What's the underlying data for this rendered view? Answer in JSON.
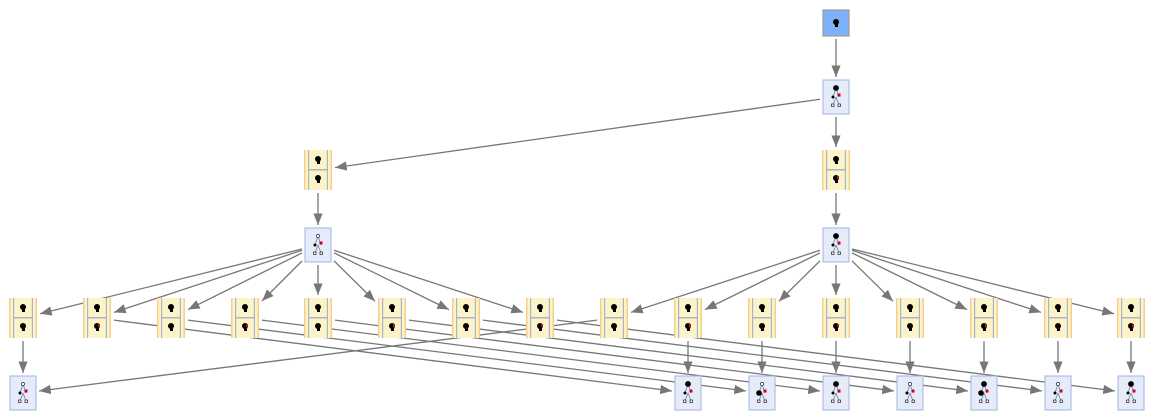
{
  "diagram": {
    "type": "directed-graph",
    "colors": {
      "root_fill": "#7db2fb",
      "root_border": "#a09a94",
      "tree_fill": "#e5ebf8",
      "tree_border": "#9fb5e6",
      "panel_fill": "#fdf3c8",
      "panel_stripe": "#f7cf87",
      "panel_divider": "#a9b6c9",
      "edge": "#777777",
      "marker_red": "#d0021b"
    },
    "nodes": [
      {
        "id": "root",
        "kind": "root"
      },
      {
        "id": "t1",
        "kind": "tree"
      },
      {
        "id": "pL",
        "kind": "panel"
      },
      {
        "id": "pR",
        "kind": "panel"
      },
      {
        "id": "tL",
        "kind": "tree"
      },
      {
        "id": "tR",
        "kind": "tree"
      },
      {
        "id": "q0",
        "kind": "panel"
      },
      {
        "id": "q1",
        "kind": "panel"
      },
      {
        "id": "q2",
        "kind": "panel"
      },
      {
        "id": "q3",
        "kind": "panel"
      },
      {
        "id": "q4",
        "kind": "panel"
      },
      {
        "id": "q5",
        "kind": "panel"
      },
      {
        "id": "q6",
        "kind": "panel"
      },
      {
        "id": "q7",
        "kind": "panel"
      },
      {
        "id": "q8",
        "kind": "panel"
      },
      {
        "id": "q9",
        "kind": "panel"
      },
      {
        "id": "q10",
        "kind": "panel"
      },
      {
        "id": "q11",
        "kind": "panel"
      },
      {
        "id": "q12",
        "kind": "panel"
      },
      {
        "id": "q13",
        "kind": "panel"
      },
      {
        "id": "q14",
        "kind": "panel"
      },
      {
        "id": "q15",
        "kind": "panel"
      },
      {
        "id": "b0",
        "kind": "tree"
      },
      {
        "id": "b1",
        "kind": "tree"
      },
      {
        "id": "b2",
        "kind": "tree"
      },
      {
        "id": "b3",
        "kind": "tree"
      },
      {
        "id": "b4",
        "kind": "tree"
      },
      {
        "id": "b5",
        "kind": "tree"
      },
      {
        "id": "b6",
        "kind": "tree"
      },
      {
        "id": "b7",
        "kind": "tree"
      }
    ],
    "edges": [
      [
        "root",
        "t1"
      ],
      [
        "t1",
        "pL"
      ],
      [
        "t1",
        "pR"
      ],
      [
        "pL",
        "tL"
      ],
      [
        "pR",
        "tR"
      ],
      [
        "tL",
        "q0"
      ],
      [
        "tL",
        "q1"
      ],
      [
        "tL",
        "q2"
      ],
      [
        "tL",
        "q3"
      ],
      [
        "tL",
        "q4"
      ],
      [
        "tL",
        "q5"
      ],
      [
        "tL",
        "q6"
      ],
      [
        "tL",
        "q7"
      ],
      [
        "tR",
        "q8"
      ],
      [
        "tR",
        "q9"
      ],
      [
        "tR",
        "q10"
      ],
      [
        "tR",
        "q11"
      ],
      [
        "tR",
        "q12"
      ],
      [
        "tR",
        "q13"
      ],
      [
        "tR",
        "q14"
      ],
      [
        "tR",
        "q15"
      ],
      [
        "q0",
        "b0"
      ],
      [
        "q8",
        "b0"
      ],
      [
        "q1",
        "b1"
      ],
      [
        "q9",
        "b1"
      ],
      [
        "q2",
        "b2"
      ],
      [
        "q10",
        "b2"
      ],
      [
        "q3",
        "b3"
      ],
      [
        "q11",
        "b3"
      ],
      [
        "q4",
        "b4"
      ],
      [
        "q12",
        "b4"
      ],
      [
        "q5",
        "b5"
      ],
      [
        "q13",
        "b5"
      ],
      [
        "q6",
        "b6"
      ],
      [
        "q14",
        "b6"
      ],
      [
        "q7",
        "b7"
      ],
      [
        "q15",
        "b7"
      ]
    ]
  }
}
